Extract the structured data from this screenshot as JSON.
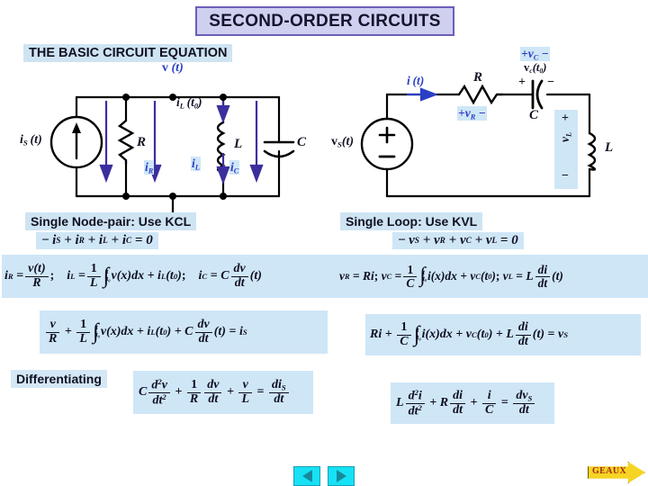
{
  "slide": {
    "title": "SECOND-ORDER CIRCUITS"
  },
  "headers": {
    "basic_equation": "THE BASIC CIRCUIT EQUATION",
    "node_pair": "Single Node-pair: Use KCL",
    "single_loop": "Single Loop: Use KVL",
    "differentiating": "Differentiating"
  },
  "left_circuit": {
    "type": "parallel RLC with current source",
    "node_voltage_label": "v (t)",
    "source_label": "i_S(t)",
    "resistor_label": "R",
    "inductor_label": "L",
    "capacitor_label": "C",
    "current_resistor": "i_R",
    "current_inductor": "i_L",
    "current_capacitor": "i_C",
    "inductor_initial": "i_L (t_0)",
    "source_text": "i",
    "source_sub": "S",
    "source_arg": "(t)",
    "v_main": "v",
    "v_arg": "(t)"
  },
  "right_circuit": {
    "type": "series RLC with voltage source",
    "source_label": "v_S(t)",
    "loop_current": "i (t)",
    "resistor_label": "R",
    "resistor_voltage": "+ v_R −",
    "capacitor_label": "C",
    "capacitor_voltage": "+ v_C −",
    "capacitor_initial": "v_c(t_0)",
    "cap_plus": "+",
    "cap_minus": "−",
    "inductor_label": "L",
    "inductor_voltage": "v_L",
    "ind_plus": "+",
    "ind_minus": "−",
    "source_plus": "+",
    "source_minus": "−"
  },
  "equations": {
    "kcl": "− i_S + i_R + i_L + i_C = 0",
    "kcl_elements": "i_R = v(t)/R ;  i_L = (1/L)∫_{t0}^{t} v(x)dx + i_L(t_0) ;  i_C = C dv/dt (t)",
    "kcl_combined": "v/R + (1/L)∫_{t0}^{t} v(x)dx + i_L(t_0) + C dv/dt (t) = i_S",
    "kcl_differentiated": "C d²v/dt² + (1/R) dv/dt + v/L = di_S/dt",
    "kvl": "− v_S + v_R + v_C + v_L = 0",
    "kvl_elements": "v_R = Ri ;  v_C = (1/C)∫_{t0}^{t} i(x)dx + v_C(t_0) ;  v_L = L di/dt (t)",
    "kvl_combined": "Ri + (1/C)∫_{t0}^{t} i(x)dx + v_C(t_0) + L di/dt (t) = v_S",
    "kvl_differentiated": "L d²i/dt² + R di/dt + i/C = dv_S/dt"
  },
  "nav": {
    "prev_label": "previous-slide",
    "next_label": "next-slide",
    "geaux_label": "GEAUX"
  },
  "colors": {
    "title_fill": "#cfcff0",
    "title_border": "#6b5fb8",
    "highlight": "#cfe6f7",
    "header_highlight": "#cfe4f3",
    "arrow_purple": "#3b2f9e",
    "label_blue": "#2b3fc4",
    "nav_cyan": "#16e1f5",
    "geaux_yellow": "#f5d423",
    "geaux_text": "#a52a1a"
  }
}
